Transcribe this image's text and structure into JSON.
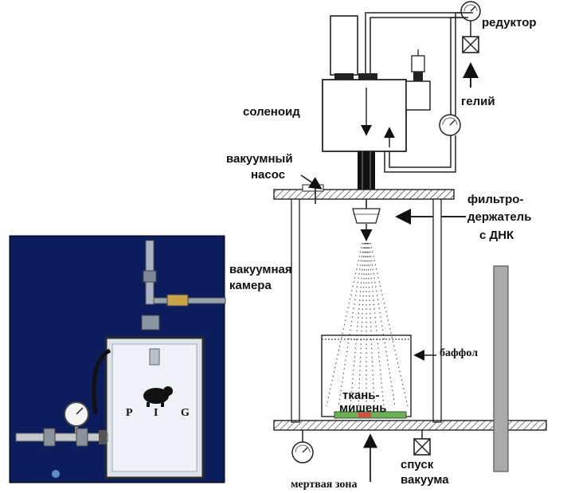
{
  "labels": {
    "reducer": "редуктор",
    "helium": "гелий",
    "solenoid": "соленоид",
    "vacuum_pump_line1": "вакуумный",
    "vacuum_pump_line2": "насос",
    "filter_holder_line1": "фильтро-",
    "filter_holder_line2": "держатель",
    "filter_holder_line3": "с ДНК",
    "vacuum_chamber_line1": "вакуумная",
    "vacuum_chamber_line2": "камера",
    "baffle": "баффол",
    "target_tissue_line1": "ткань-",
    "target_tissue_line2": "мишень",
    "vacuum_release_line1": "спуск",
    "vacuum_release_line2": "вакуума",
    "dead_zone": "мертвая зона"
  },
  "photo": {
    "device_letters": [
      "P",
      "I",
      "G"
    ],
    "logo": "pig-silhouette-icon"
  },
  "colors": {
    "outline": "#222222",
    "frame": "#777777",
    "photo_background": "#0c1d5e",
    "target_green": "#6fae5a",
    "target_red": "#d94b4b"
  }
}
